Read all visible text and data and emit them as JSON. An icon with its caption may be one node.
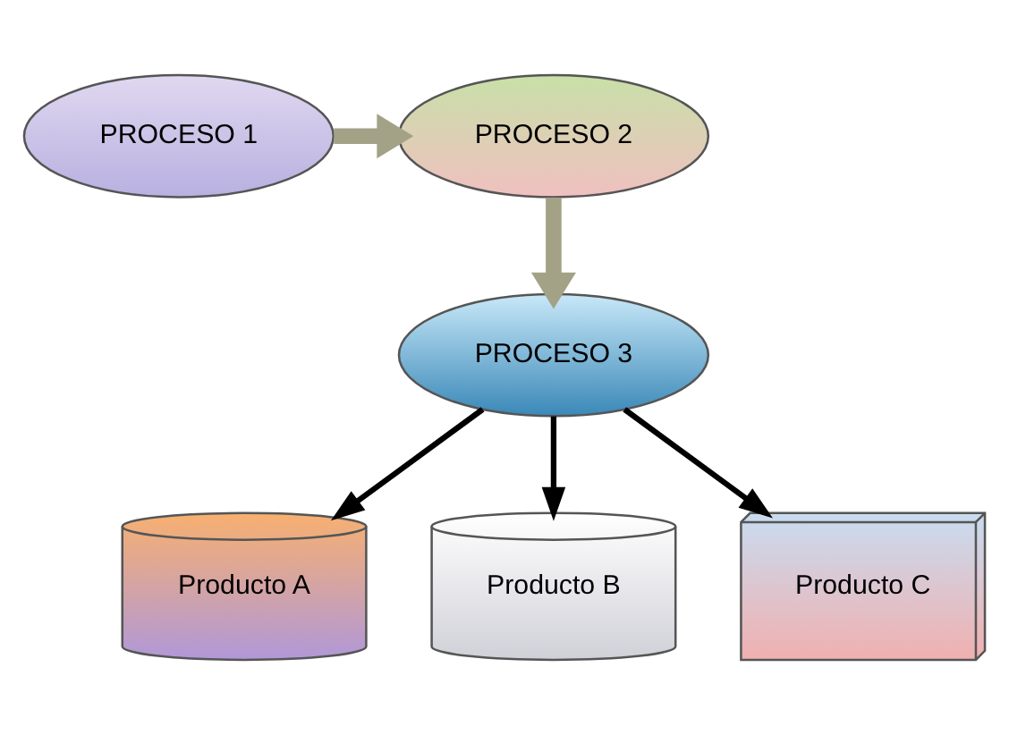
{
  "diagram": {
    "nodes": [
      {
        "text": [
          "PROCESO 1"
        ]
      },
      {
        "text": [
          "PROCESO 2"
        ]
      },
      {
        "text": [
          "PROCESO 3"
        ]
      },
      {
        "text": [
          "Producto A"
        ]
      },
      {
        "text": [
          "Producto B"
        ]
      },
      {
        "text": [
          "Producto C"
        ]
      }
    ],
    "edges": [
      {
        "from": 0,
        "to": 1,
        "arrow": "to",
        "style": "thick",
        "color": "#a3a287"
      },
      {
        "from": 1,
        "to": 2,
        "arrow": "to",
        "style": "thick",
        "color": "#a3a287"
      },
      {
        "from": 2,
        "to": 3,
        "arrow": "to"
      },
      {
        "from": 2,
        "to": 4,
        "arrow": "to"
      },
      {
        "from": 2,
        "to": 5,
        "arrow": "to"
      }
    ]
  }
}
